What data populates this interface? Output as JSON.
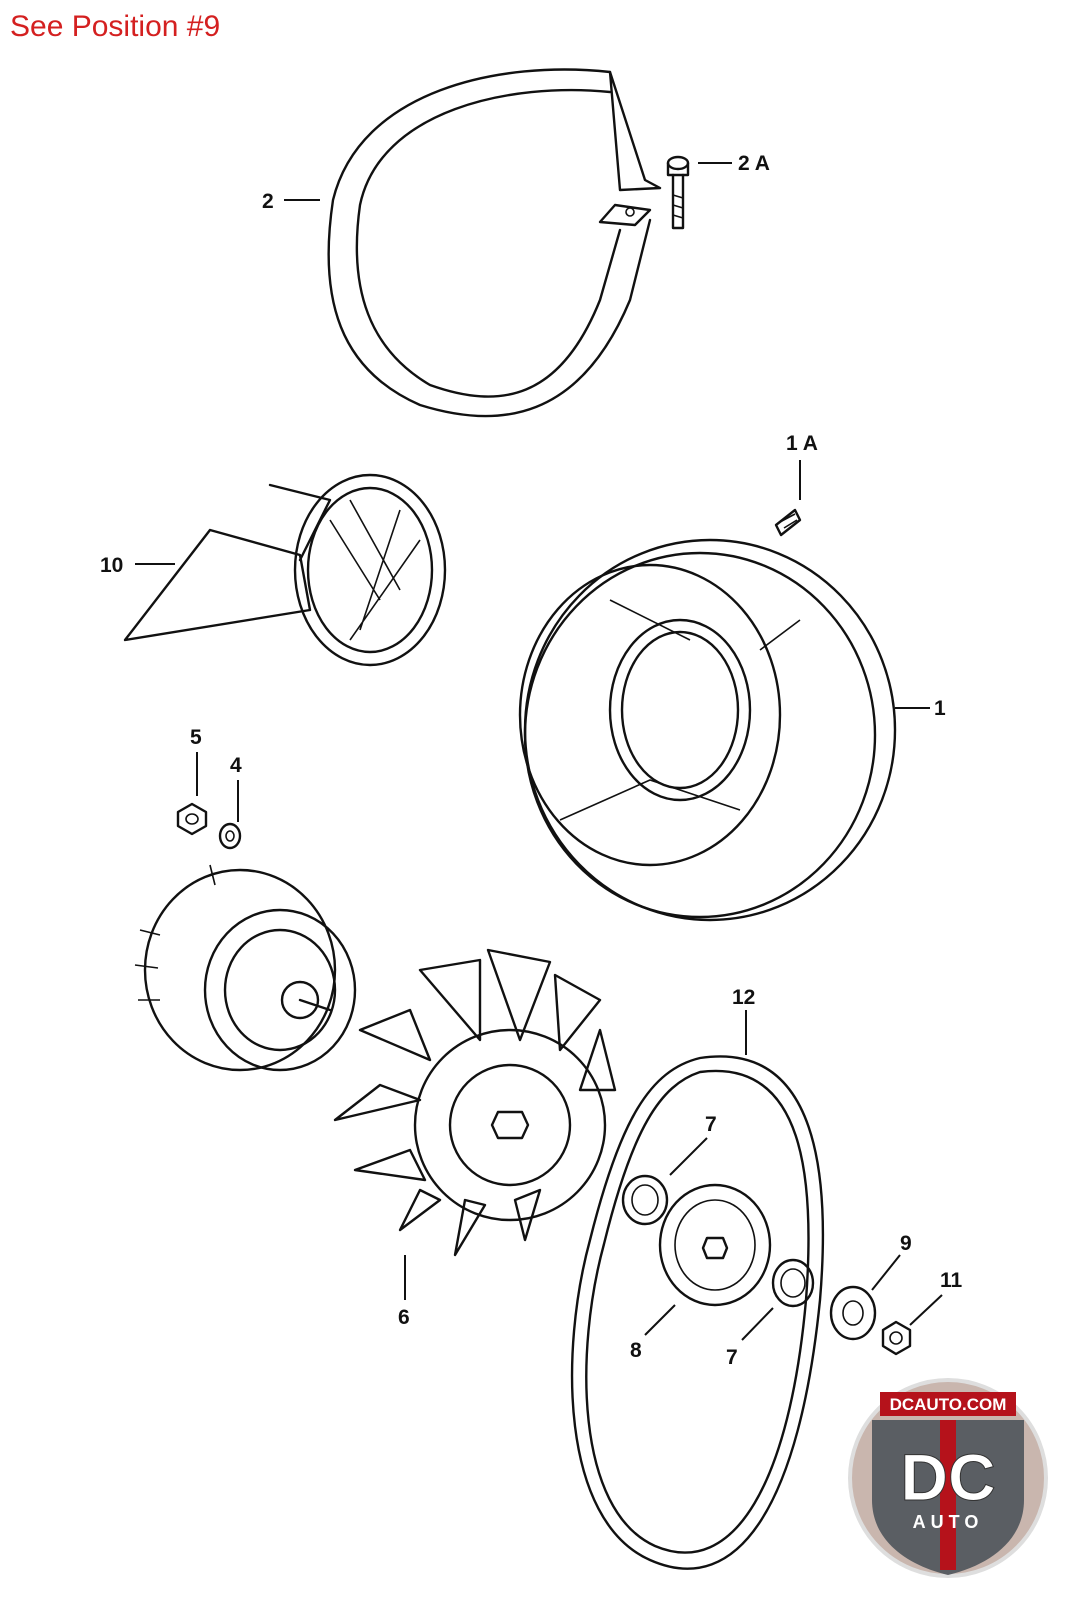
{
  "header": {
    "note": "See Position #9"
  },
  "callouts": [
    {
      "id": "callout-2",
      "label": "2"
    },
    {
      "id": "callout-2a",
      "label": "2 A"
    },
    {
      "id": "callout-1a",
      "label": "1 A"
    },
    {
      "id": "callout-10",
      "label": "10"
    },
    {
      "id": "callout-1",
      "label": "1"
    },
    {
      "id": "callout-5",
      "label": "5"
    },
    {
      "id": "callout-4",
      "label": "4"
    },
    {
      "id": "callout-12",
      "label": "12"
    },
    {
      "id": "callout-7-top",
      "label": "7"
    },
    {
      "id": "callout-9",
      "label": "9"
    },
    {
      "id": "callout-11",
      "label": "11"
    },
    {
      "id": "callout-6",
      "label": "6"
    },
    {
      "id": "callout-8",
      "label": "8"
    },
    {
      "id": "callout-7-bottom",
      "label": "7"
    }
  ],
  "logo": {
    "site": "DCAUTO.COM",
    "mark": "DC",
    "sub": "AUTO",
    "colors": {
      "red": "#b5121b",
      "steel": "#5a5e63",
      "bg": "#c9b6ae"
    }
  }
}
